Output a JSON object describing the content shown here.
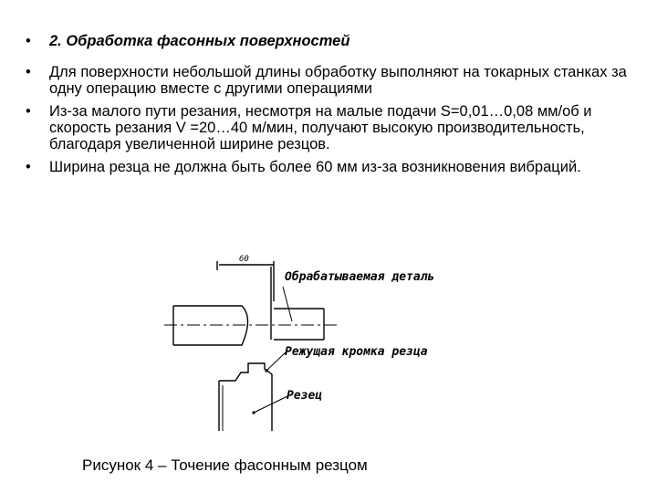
{
  "bullets": [
    "2. Обработка фасонных поверхностей",
    "Для поверхности небольшой длины обработку выполняют на токарных станках за одну операцию вместе с другими операциями",
    "Из-за малого пути резания, несмотря на малые подачи S=0,01…0,08 мм/об и скорость резания V =20…40 м/мин, получают высокую производительность, благодаря увеличенной ширине резцов.",
    "Ширина резца не должна быть более 60 мм из-за возникновения вибраций."
  ],
  "figure": {
    "dimension_label": "60",
    "labels": {
      "workpiece": "Обрабатываемая деталь",
      "cutting_edge": "Режущая кромка резца",
      "cutter": "Резец"
    },
    "caption": "Рисунок 4 – Точение фасонным резцом"
  },
  "colors": {
    "text": "#000000",
    "background": "#ffffff"
  }
}
